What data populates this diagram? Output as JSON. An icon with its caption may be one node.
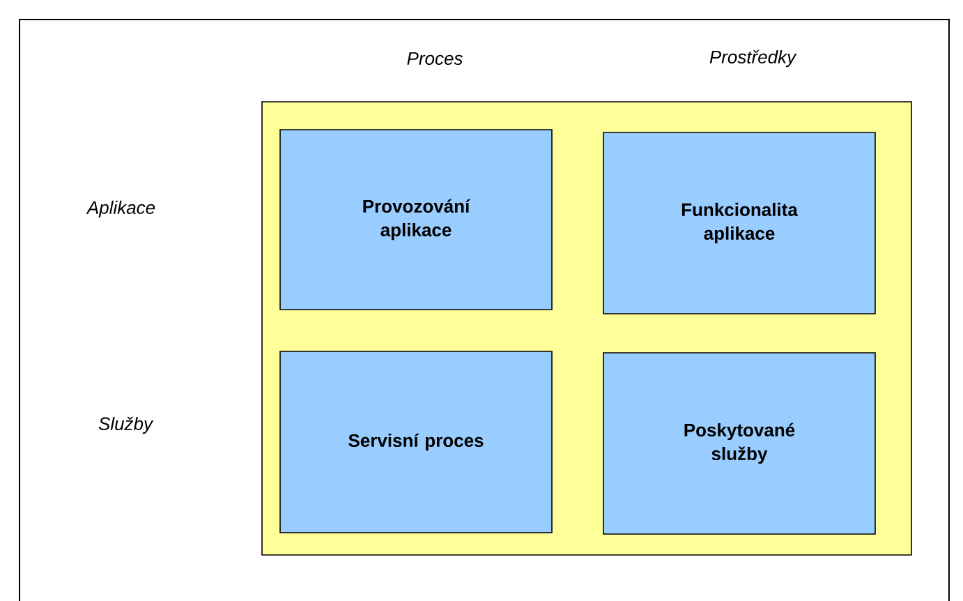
{
  "diagram": {
    "nodes": [
      {
        "text": [],
        "shape": "box"
      },
      {
        "text": [
          "Provozování aplikace"
        ],
        "in": 0
      },
      {
        "text": [
          "Funkcionalita aplikace"
        ],
        "in": 0
      },
      {
        "text": [
          "Servisní proces"
        ],
        "in": 0
      },
      {
        "text": [
          "Poskytované služby"
        ],
        "in": 0
      }
    ],
    "labels": [
      "Proces",
      "Prostředky",
      "Aplikace",
      "Služby"
    ]
  }
}
